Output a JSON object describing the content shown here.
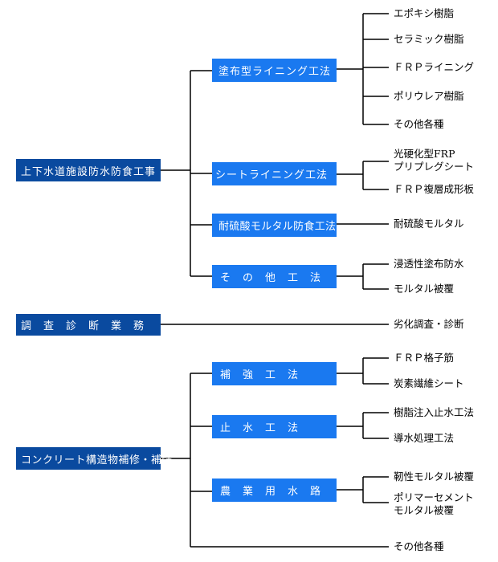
{
  "roots": {
    "r1": "上下水道施設防水防食工事",
    "r2": "調　査　診　断　業　務",
    "r3": "コンクリート構造物補修・補強"
  },
  "r2_leaf": "劣化調査・診断",
  "categories": {
    "coating": "塗布型ライニング工法",
    "sheet": "シートライニング工法",
    "acid_mortar": "耐硫酸モルタル防食工法",
    "other": "そ　の　他　工　法",
    "reinforce": "補　強　工　法",
    "waterstop": "止　水　工　法",
    "agri": "農　業　用　水　路"
  },
  "items": {
    "coating": [
      "エポキシ樹脂",
      "セラミック樹脂",
      "ＦＲＰライニング",
      "ポリウレア樹脂",
      "その他各種"
    ],
    "sheet": [
      "光硬化型FRP",
      "プリプレグシート",
      "ＦＲＰ複層成形板"
    ],
    "acid_mortar": [
      "耐硫酸モルタル"
    ],
    "other": [
      "浸透性塗布防水",
      "モルタル被覆"
    ],
    "reinforce": [
      "ＦＲＰ格子筋",
      "炭素繊維シート"
    ],
    "waterstop": [
      "樹脂注入止水工法",
      "導水処理工法"
    ],
    "agri": [
      "靭性モルタル被覆",
      "ポリマーセメント",
      "モルタル被覆"
    ],
    "r3_other": "その他各種"
  },
  "colors": {
    "root": "#0a4a9f",
    "category": "#1a79f0",
    "line": "#000000"
  }
}
